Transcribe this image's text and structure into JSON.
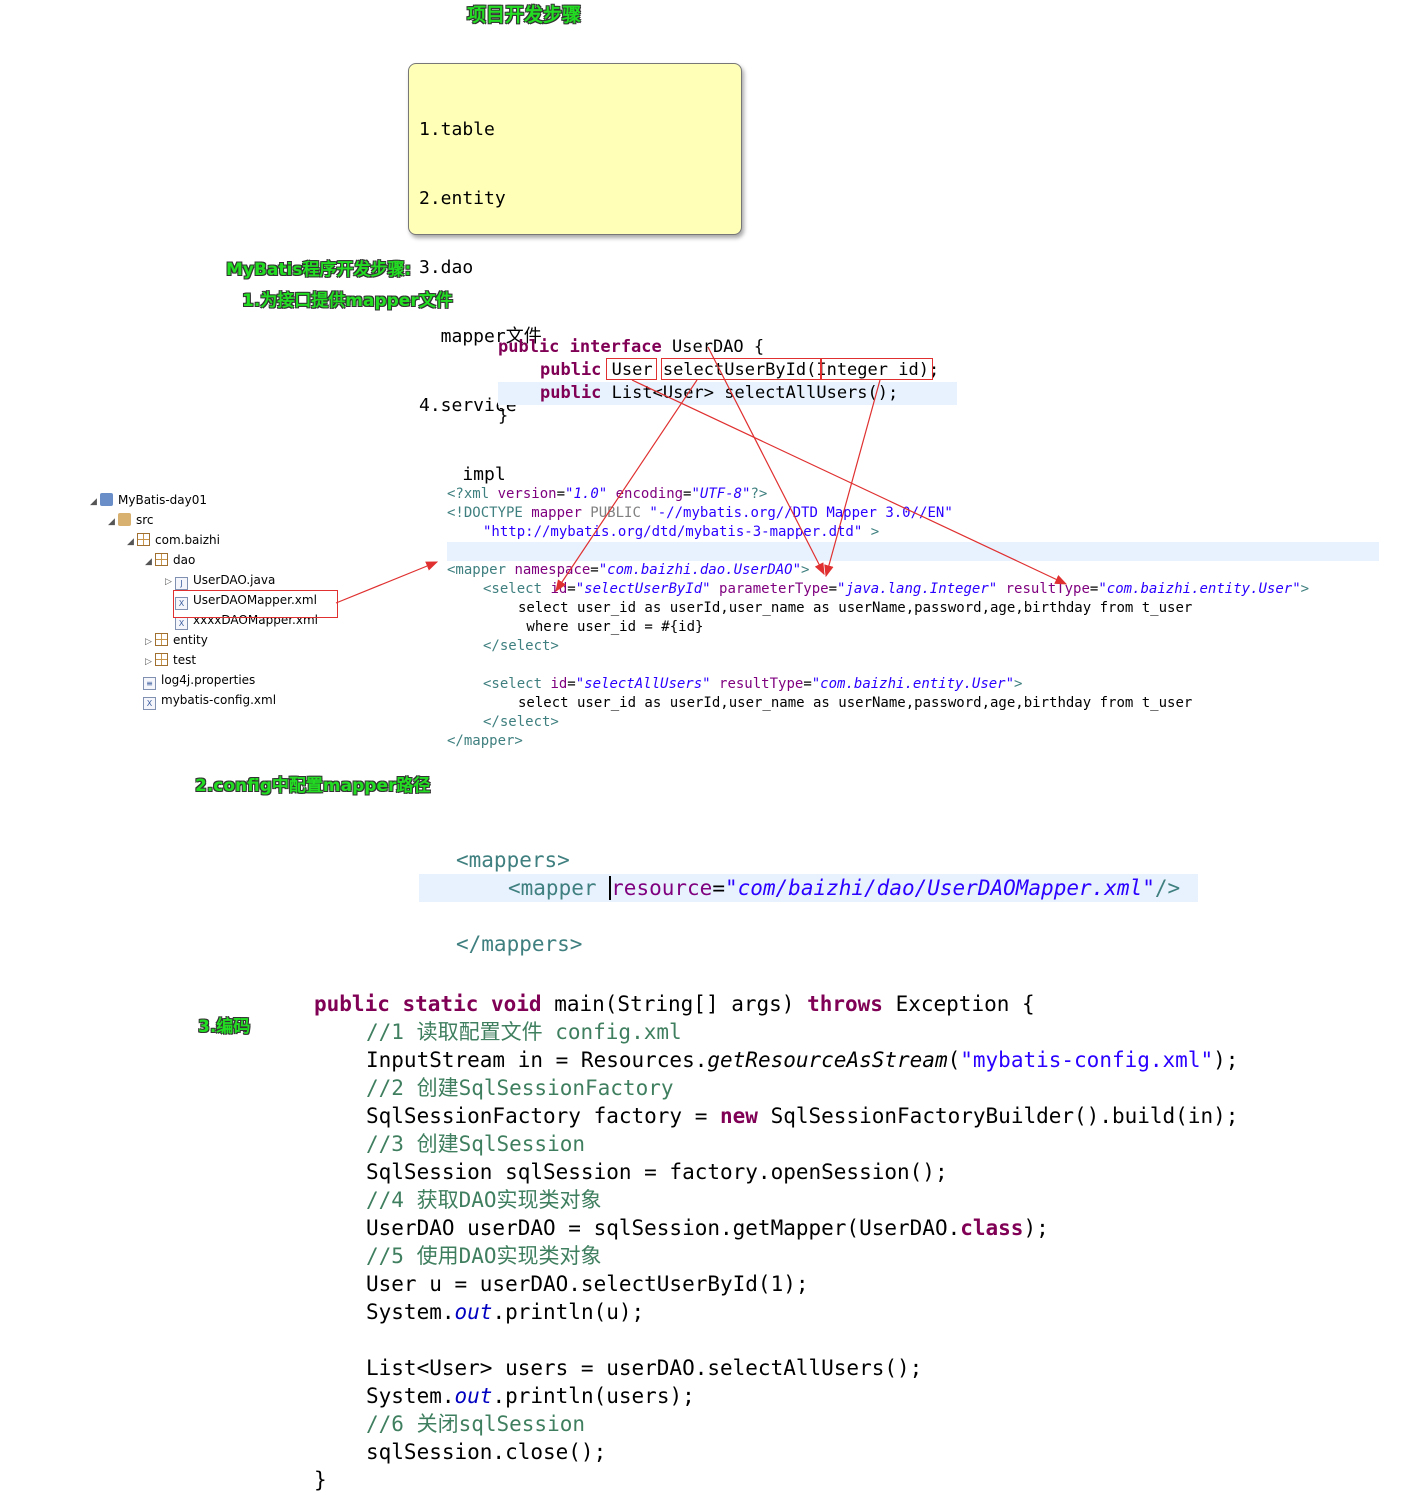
{
  "headings": {
    "steps_title": "项目开发步骤",
    "mybatis_title": "MyBatis程序开发步骤:",
    "step1": "1.为接口提供mapper文件",
    "step2": "2.config中配置mapper路径",
    "step3": "3.编码"
  },
  "note": {
    "lines": [
      "1.table",
      "2.entity",
      "3.dao",
      "  mapper文件",
      "4.service",
      "    impl"
    ]
  },
  "interface_code": {
    "line1_kw": "public interface",
    "line1_rest": " UserDAO {",
    "line2_kw": "public",
    "line2_rest": " User selectUserById(Integer id);",
    "line3_kw": "public",
    "line3_rest": " List<User> selectAllUsers();",
    "line4": "}"
  },
  "project_tree": {
    "items": [
      {
        "label": "MyBatis-day01",
        "icon": "project-icon"
      },
      {
        "label": "src",
        "icon": "source-folder-icon"
      },
      {
        "label": "com.baizhi",
        "icon": "package-icon"
      },
      {
        "label": "dao",
        "icon": "package-icon"
      },
      {
        "label": "UserDAO.java",
        "icon": "java-file-icon"
      },
      {
        "label": "UserDAOMapper.xml",
        "icon": "xml-file-icon"
      },
      {
        "label": "xxxxDAOMapper.xml",
        "icon": "xml-file-icon"
      },
      {
        "label": "entity",
        "icon": "package-icon"
      },
      {
        "label": "test",
        "icon": "package-icon"
      },
      {
        "label": "log4j.properties",
        "icon": "properties-file-icon"
      },
      {
        "label": "mybatis-config.xml",
        "icon": "xml-file-icon"
      }
    ]
  },
  "mapper_xml": {
    "l1a": "<?xml ",
    "l1b": "version",
    "l1c": "=",
    "l1d": "\"1.0\"",
    "l1e": " encoding",
    "l1f": "=",
    "l1g": "\"UTF-8\"",
    "l1h": "?>",
    "l2a": "<!DOCTYPE ",
    "l2b": "mapper",
    "l2c": " PUBLIC ",
    "l2d": "\"-//mybatis.org//DTD Mapper 3.0//EN\"",
    "l3": "\"http://mybatis.org/dtd/mybatis-3-mapper.dtd\"",
    "l3b": " >",
    "l5a": "<mapper ",
    "l5b": "namespace",
    "l5c": "=",
    "l5d": "\"com.baizhi.dao.UserDAO\"",
    "l5e": ">",
    "l6a": "<select ",
    "l6b": "id",
    "l6c": "=",
    "l6d": "\"selectUserById\"",
    "l6e": " parameterType",
    "l6f": "=",
    "l6g": "\"java.lang.Integer\"",
    "l6h": " resultType",
    "l6i": "=",
    "l6j": "\"com.baizhi.entity.User\"",
    "l6k": ">",
    "l7": "select user_id as userId,user_name as userName,password,age,birthday from t_user",
    "l8": " where user_id = #{id}",
    "l9": "</select>",
    "l11a": "<select ",
    "l11b": "id",
    "l11c": "=",
    "l11d": "\"selectAllUsers\"",
    "l11e": " resultType",
    "l11f": "=",
    "l11g": "\"com.baizhi.entity.User\"",
    "l11h": ">",
    "l12": "select user_id as userId,user_name as userName,password,age,birthday from t_user",
    "l13": "</select>",
    "l14": "</mapper>"
  },
  "config_xml": {
    "open": "<mappers>",
    "m1": "<mapper ",
    "m2": "resource",
    "m3": "=",
    "m4": "\"com/baizhi/dao/UserDAOMapper.xml\"",
    "m5": "/>",
    "close": "</mappers>"
  },
  "main_code": {
    "sig_kw": "public static void",
    "sig_rest": " main(String[] args) ",
    "sig_throws": "throws",
    "sig_end": " Exception {",
    "c1": "//1 读取配置文件 config.xml",
    "s1a": "InputStream in = Resources.",
    "s1b": "getResourceAsStream",
    "s1c": "(",
    "s1d": "\"mybatis-config.xml\"",
    "s1e": ");",
    "c2": "//2 创建SqlSessionFactory",
    "s2a": "SqlSessionFactory factory = ",
    "s2b": "new",
    "s2c": " SqlSessionFactoryBuilder().build(in);",
    "c3": "//3 创建SqlSession",
    "s3": "SqlSession sqlSession = factory.openSession();",
    "c4": "//4 获取DAO实现类对象",
    "s4a": "UserDAO userDAO = sqlSession.getMapper(UserDAO.",
    "s4b": "class",
    "s4c": ");",
    "c5": "//5 使用DAO实现类对象",
    "s5": "User u = userDAO.selectUserById(1);",
    "s6a": "System.",
    "s6b": "out",
    "s6c": ".println(u);",
    "s7": "List<User> users = userDAO.selectAllUsers();",
    "s8a": "System.",
    "s8b": "out",
    "s8c": ".println(users);",
    "c6": "//6 关闭sqlSession",
    "s9": "sqlSession.close();",
    "end": "}"
  },
  "colors": {
    "keyword": "#7f0055",
    "string": "#2a00ff",
    "comment": "#3f7f5f",
    "highlight_green": "#22dd22",
    "note_bg": "#ffffb8",
    "annotation_red": "#e03030"
  }
}
